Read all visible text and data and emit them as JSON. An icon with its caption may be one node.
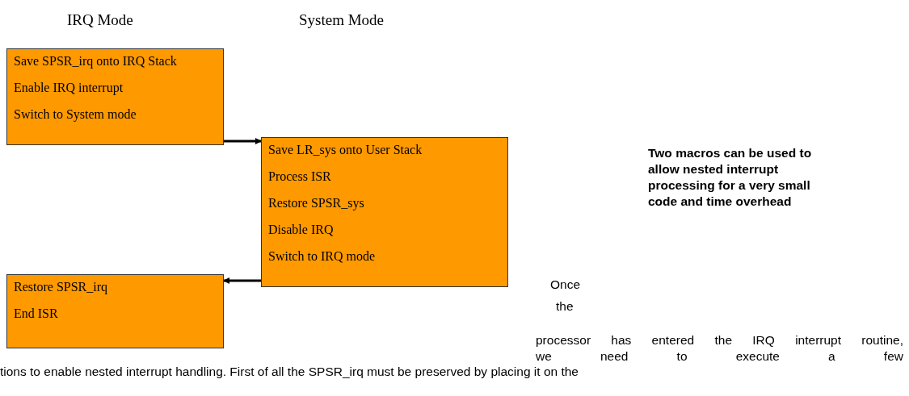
{
  "diagram": {
    "nodes": [
      {
        "text": [
          "Save SPSR_irq onto IRQ Stack",
          "Enable IRQ interrupt",
          "Switch to System mode"
        ]
      },
      {
        "text": [
          "Save LR_sys onto User Stack",
          "Process ISR",
          "Restore SPSR_sys",
          "Disable IRQ",
          "Switch to IRQ mode"
        ]
      },
      {
        "text": [
          "Restore SPSR_irq",
          "End ISR"
        ]
      }
    ],
    "edges": [
      {
        "from": 0,
        "to": 1,
        "arrow": "to"
      },
      {
        "from": 1,
        "to": 2,
        "arrow": "to"
      }
    ],
    "labels": [
      "IRQ Mode",
      "System Mode",
      "Two macros can be used to allow nested interrupt processing for a very small code and time overhead",
      "Once",
      "the",
      "processor has entered the IRQ interrupt routine, we need to execute a few",
      "tions to enable nested interrupt handling. First of all the SPSR_irq must be preserved by placing it on the"
    ]
  }
}
